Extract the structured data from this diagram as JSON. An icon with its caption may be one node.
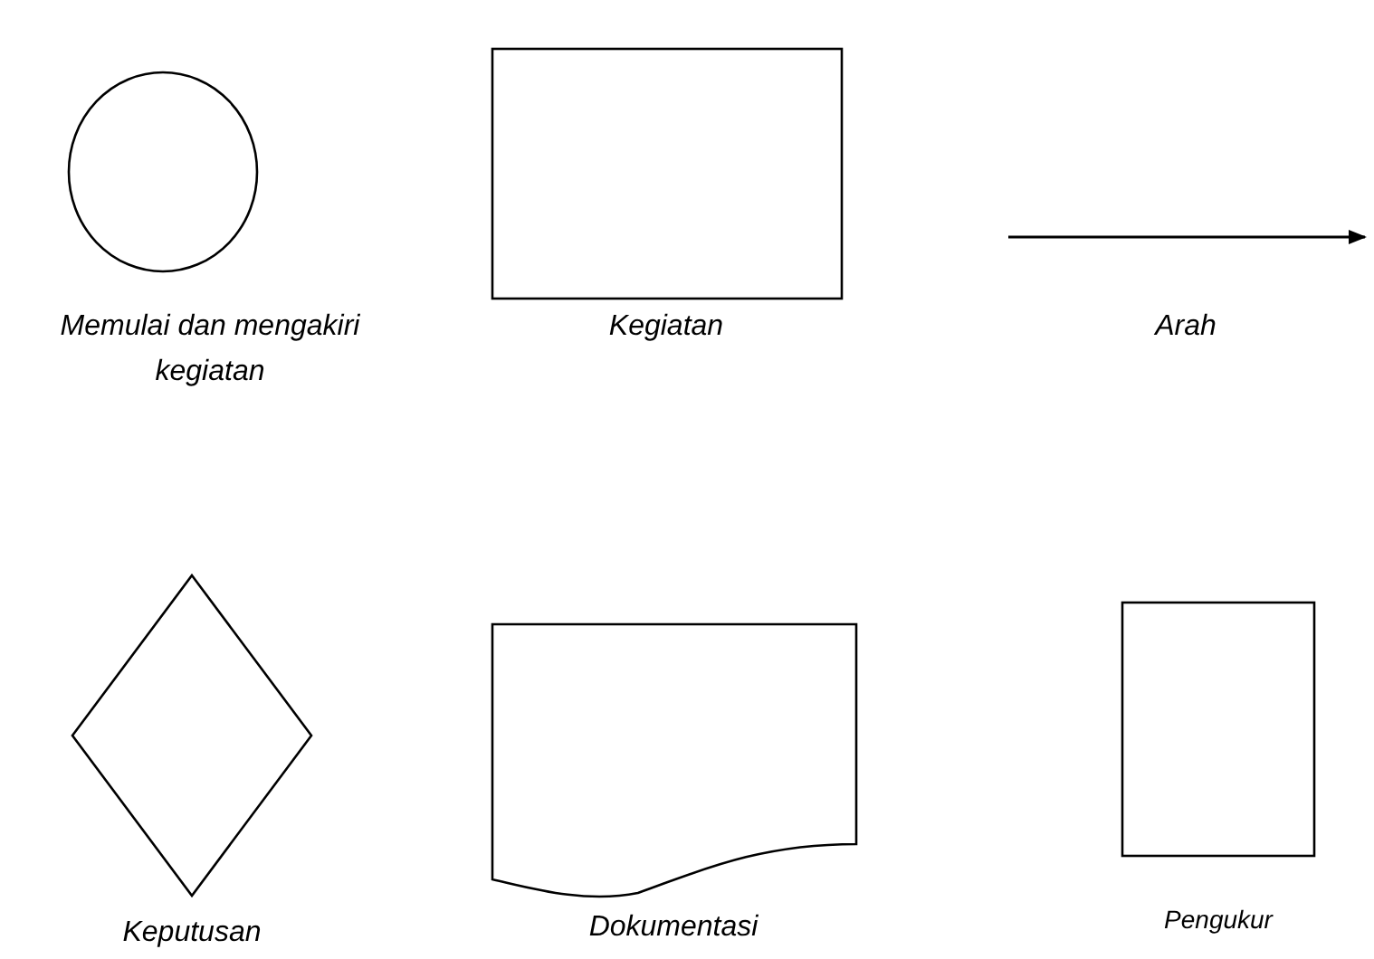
{
  "diagram": {
    "nodes": [
      {
        "text": [],
        "shape": "ellipse",
        "beside": [
          "Memulai dan mengakiri kegiatan"
        ]
      },
      {
        "text": [],
        "shape": "box",
        "beside": [
          "Kegiatan"
        ]
      },
      {
        "text": [],
        "shape": "diamond",
        "beside": [
          "Keputusan"
        ]
      },
      {
        "text": [],
        "shape": "document",
        "beside": [
          "Dokumentasi"
        ]
      },
      {
        "text": [],
        "shape": "box",
        "beside": [
          "Pengukur"
        ]
      }
    ],
    "labels": [
      "Arah"
    ]
  }
}
